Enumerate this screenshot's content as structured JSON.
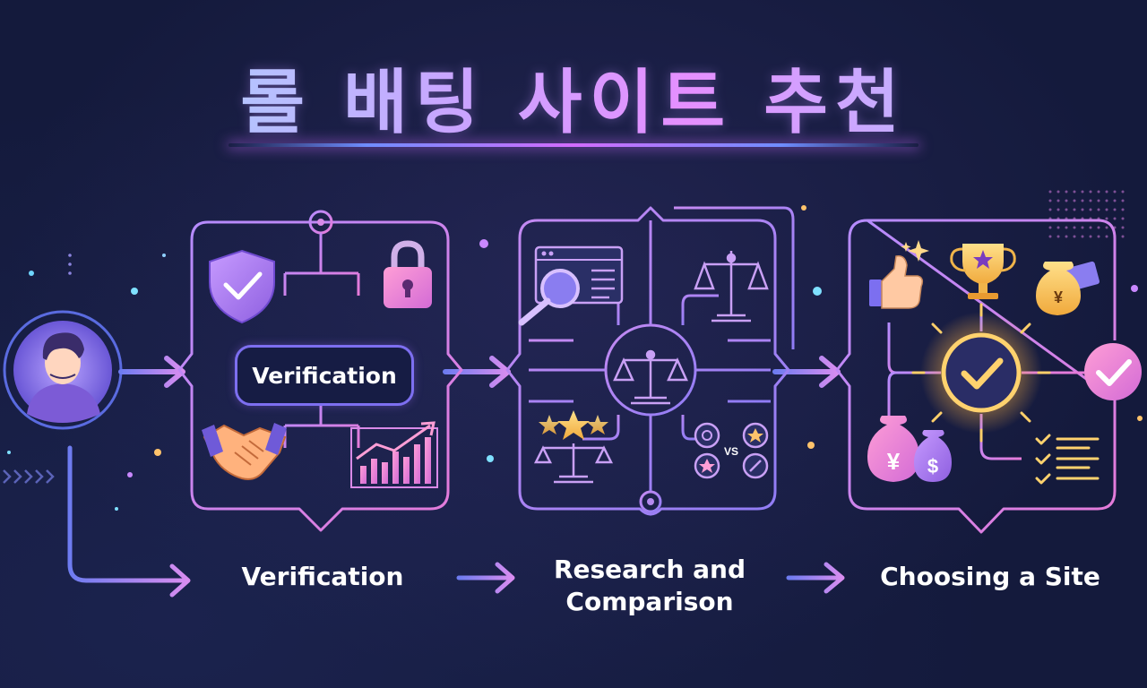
{
  "title": "롤 배팅 사이트 추천",
  "center_label": "Verification",
  "vs_label": "VS",
  "currency_yen": "¥",
  "currency_dollar": "$",
  "steps": [
    {
      "label": "Verification"
    },
    {
      "label": "Research and\nComparison"
    },
    {
      "label": "Choosing a Site"
    }
  ]
}
